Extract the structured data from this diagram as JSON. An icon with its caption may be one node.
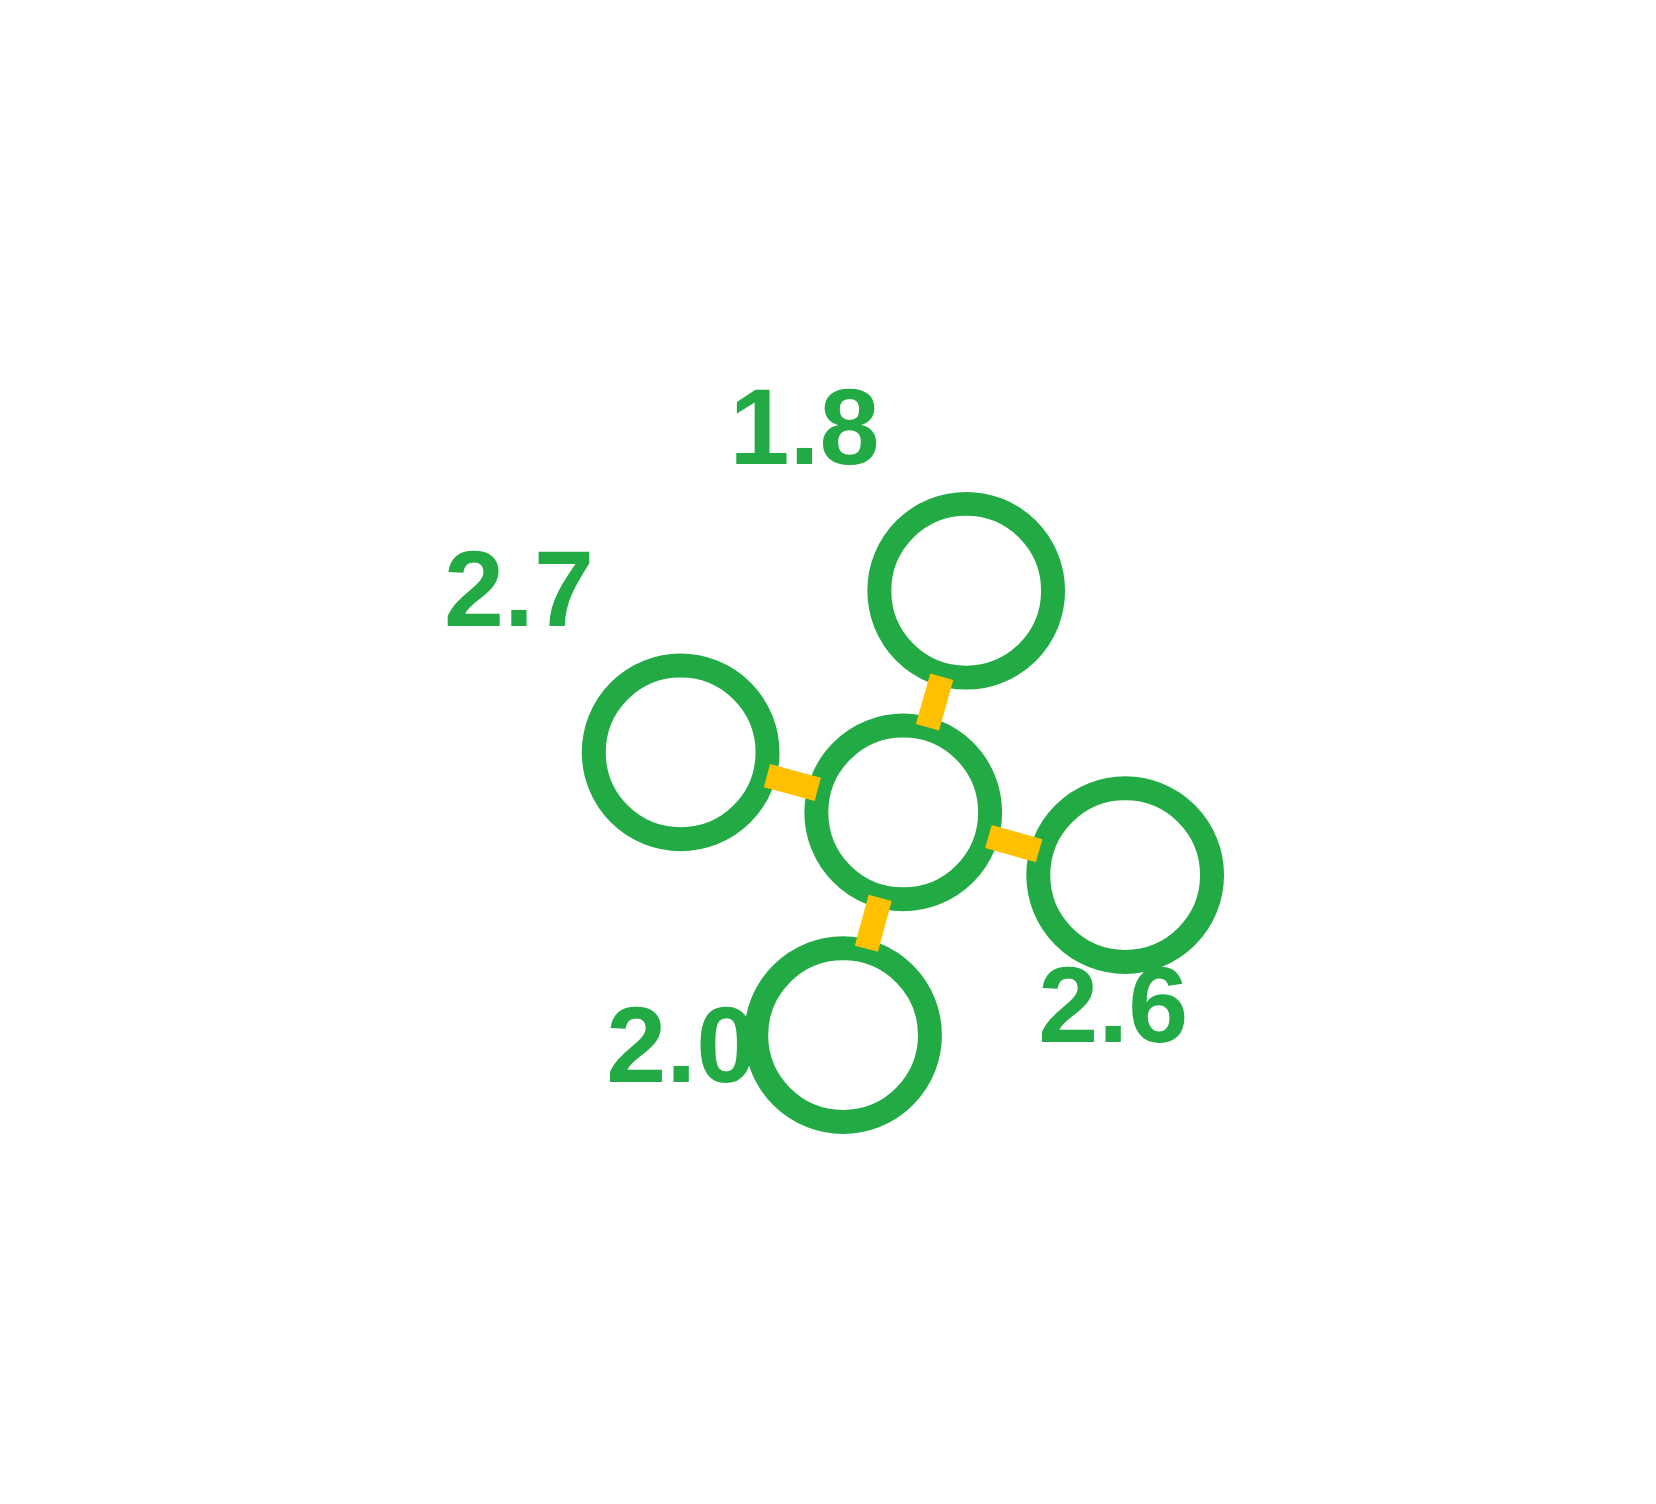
{
  "diagram": {
    "nodes": [
      {
        "text": [],
        "shape": "circle",
        "beside": [
          "2.7"
        ]
      },
      {
        "text": [],
        "shape": "circle",
        "beside": [
          "2.6"
        ]
      },
      {
        "text": [],
        "shape": "circle",
        "beside": [
          "2.0"
        ]
      },
      {
        "text": [],
        "shape": "circle"
      },
      {
        "text": [],
        "shape": "circle",
        "beside": [
          "1.8"
        ]
      }
    ],
    "edges": [
      {
        "from": 3,
        "to": 0,
        "arrow": "none"
      },
      {
        "from": 3,
        "to": 1,
        "arrow": "none"
      },
      {
        "from": 3,
        "to": 2,
        "arrow": "none"
      },
      {
        "from": 3,
        "to": 4,
        "arrow": "none"
      }
    ]
  }
}
